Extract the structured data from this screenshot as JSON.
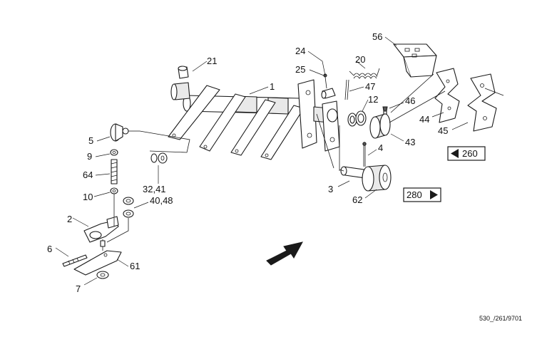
{
  "callouts": {
    "c1": "1",
    "c2": "2",
    "c3": "3",
    "c4": "4",
    "c5": "5",
    "c6": "6",
    "c7": "7",
    "c9": "9",
    "c10": "10",
    "c12": "12",
    "c20": "20",
    "c21": "21",
    "c24": "24",
    "c25": "25",
    "c32_41": "32,41",
    "c40_48": "40,48",
    "c43": "43",
    "c44": "44",
    "c45": "45",
    "c46": "46",
    "c47": "47",
    "c56": "56",
    "c61": "61",
    "c62": "62",
    "c64": "64"
  },
  "references": {
    "ref260": "260",
    "ref280": "280"
  },
  "footer": {
    "code": "530_/261/9701"
  },
  "colors": {
    "ink": "#1a1a1a",
    "paper": "#ffffff"
  }
}
